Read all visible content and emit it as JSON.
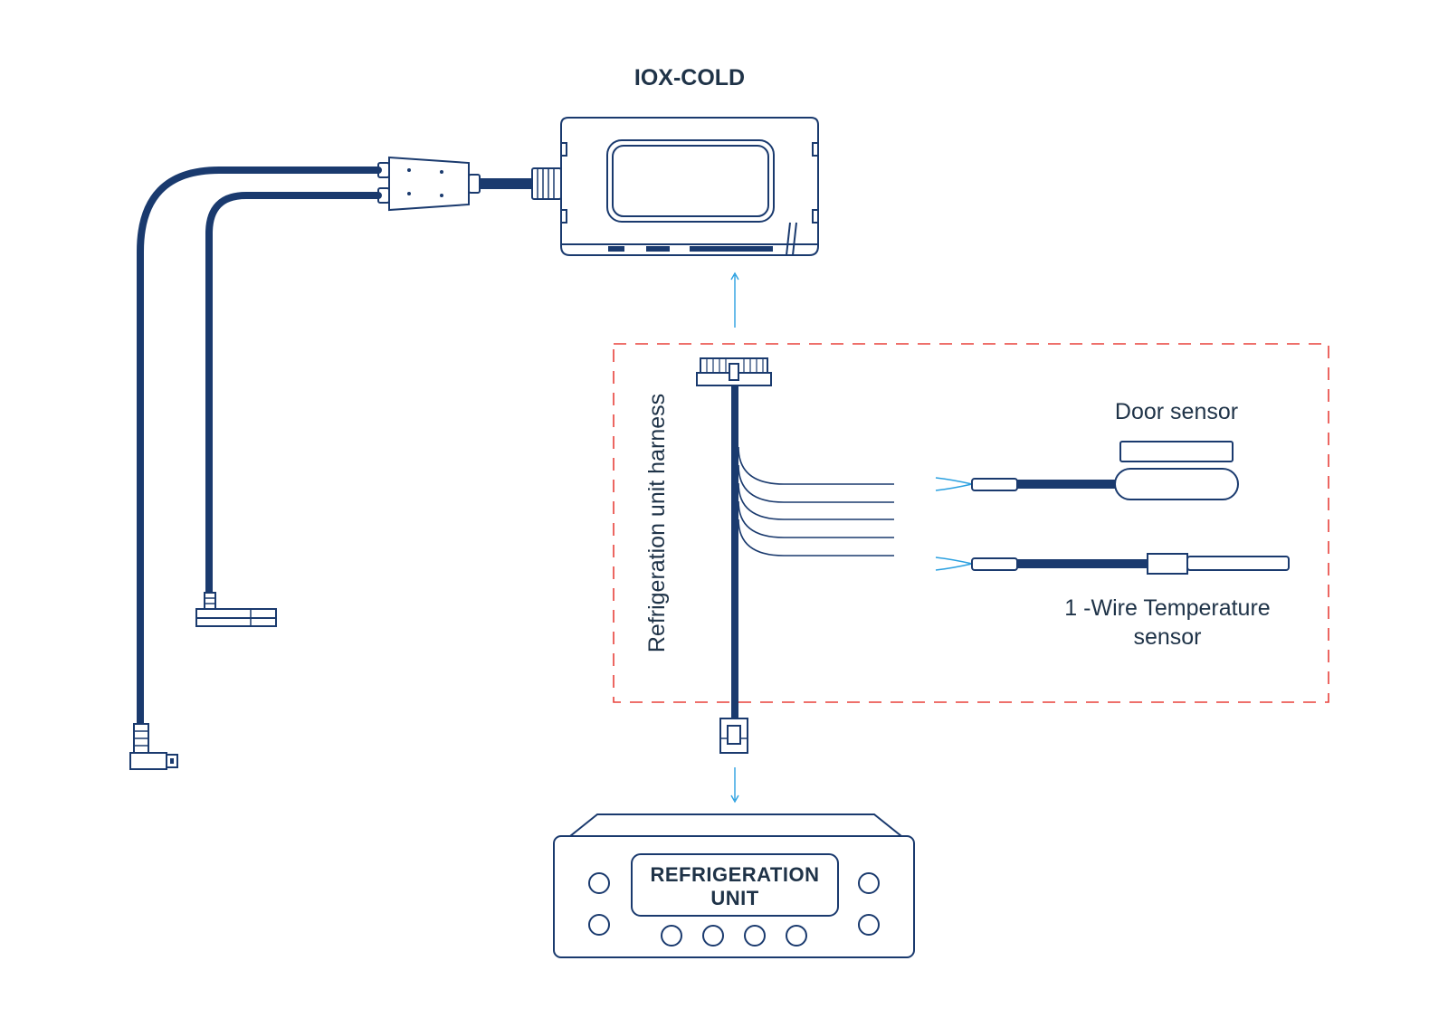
{
  "labels": {
    "device_title": "IOX-COLD",
    "harness": "Refrigeration unit harness",
    "door_sensor": "Door sensor",
    "temp_sensor_line1": "1 -Wire Temperature",
    "temp_sensor_line2": "sensor",
    "unit_line1": "REFRIGERATION",
    "unit_line2": "UNIT"
  },
  "colors": {
    "cable": "#1a3a6e",
    "outline": "#1a3a6e",
    "text": "#1f3348",
    "arrow": "#2aa0e0",
    "harness_box": "#e8403a"
  }
}
